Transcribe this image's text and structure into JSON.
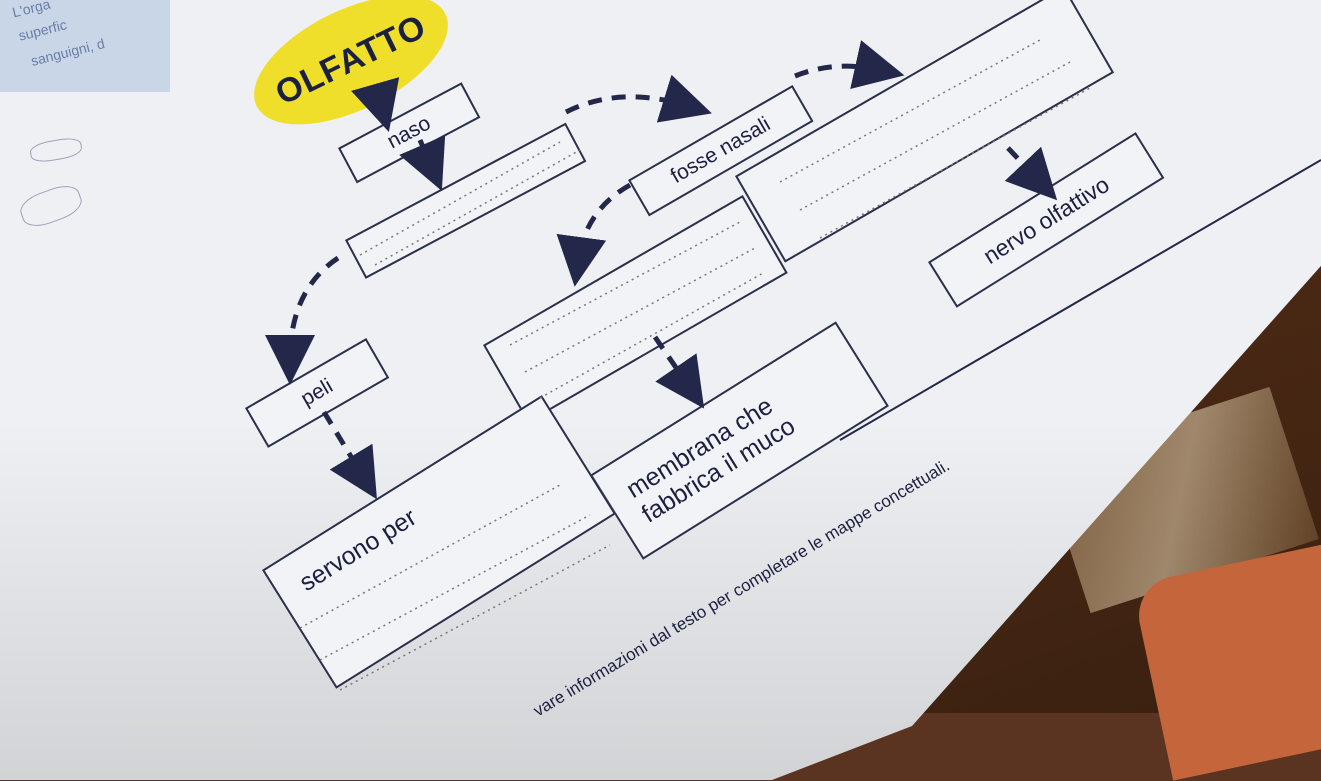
{
  "image": {
    "subject": "workbook page with a concept map on a wooden table",
    "colors": {
      "paper": "#eef0f3",
      "ink": "#1c2040",
      "highlight": "#f0df2a",
      "wood": "#5a3420"
    }
  },
  "corner_text": [
    "L'orga",
    "superfic",
    "sanguigni, d"
  ],
  "map": {
    "title": "OLFATTO",
    "nodes": {
      "naso": "naso",
      "fosse_nasali": "fosse nasali",
      "nervo_olfattivo": "nervo olfattivo",
      "peli": "peli",
      "membrana_line1": "membrana che",
      "membrana_line2": "fabbrica il muco",
      "servono_per": "servono per"
    }
  },
  "instruction": "vare informazioni dal testo per completare le mappe concettuali."
}
